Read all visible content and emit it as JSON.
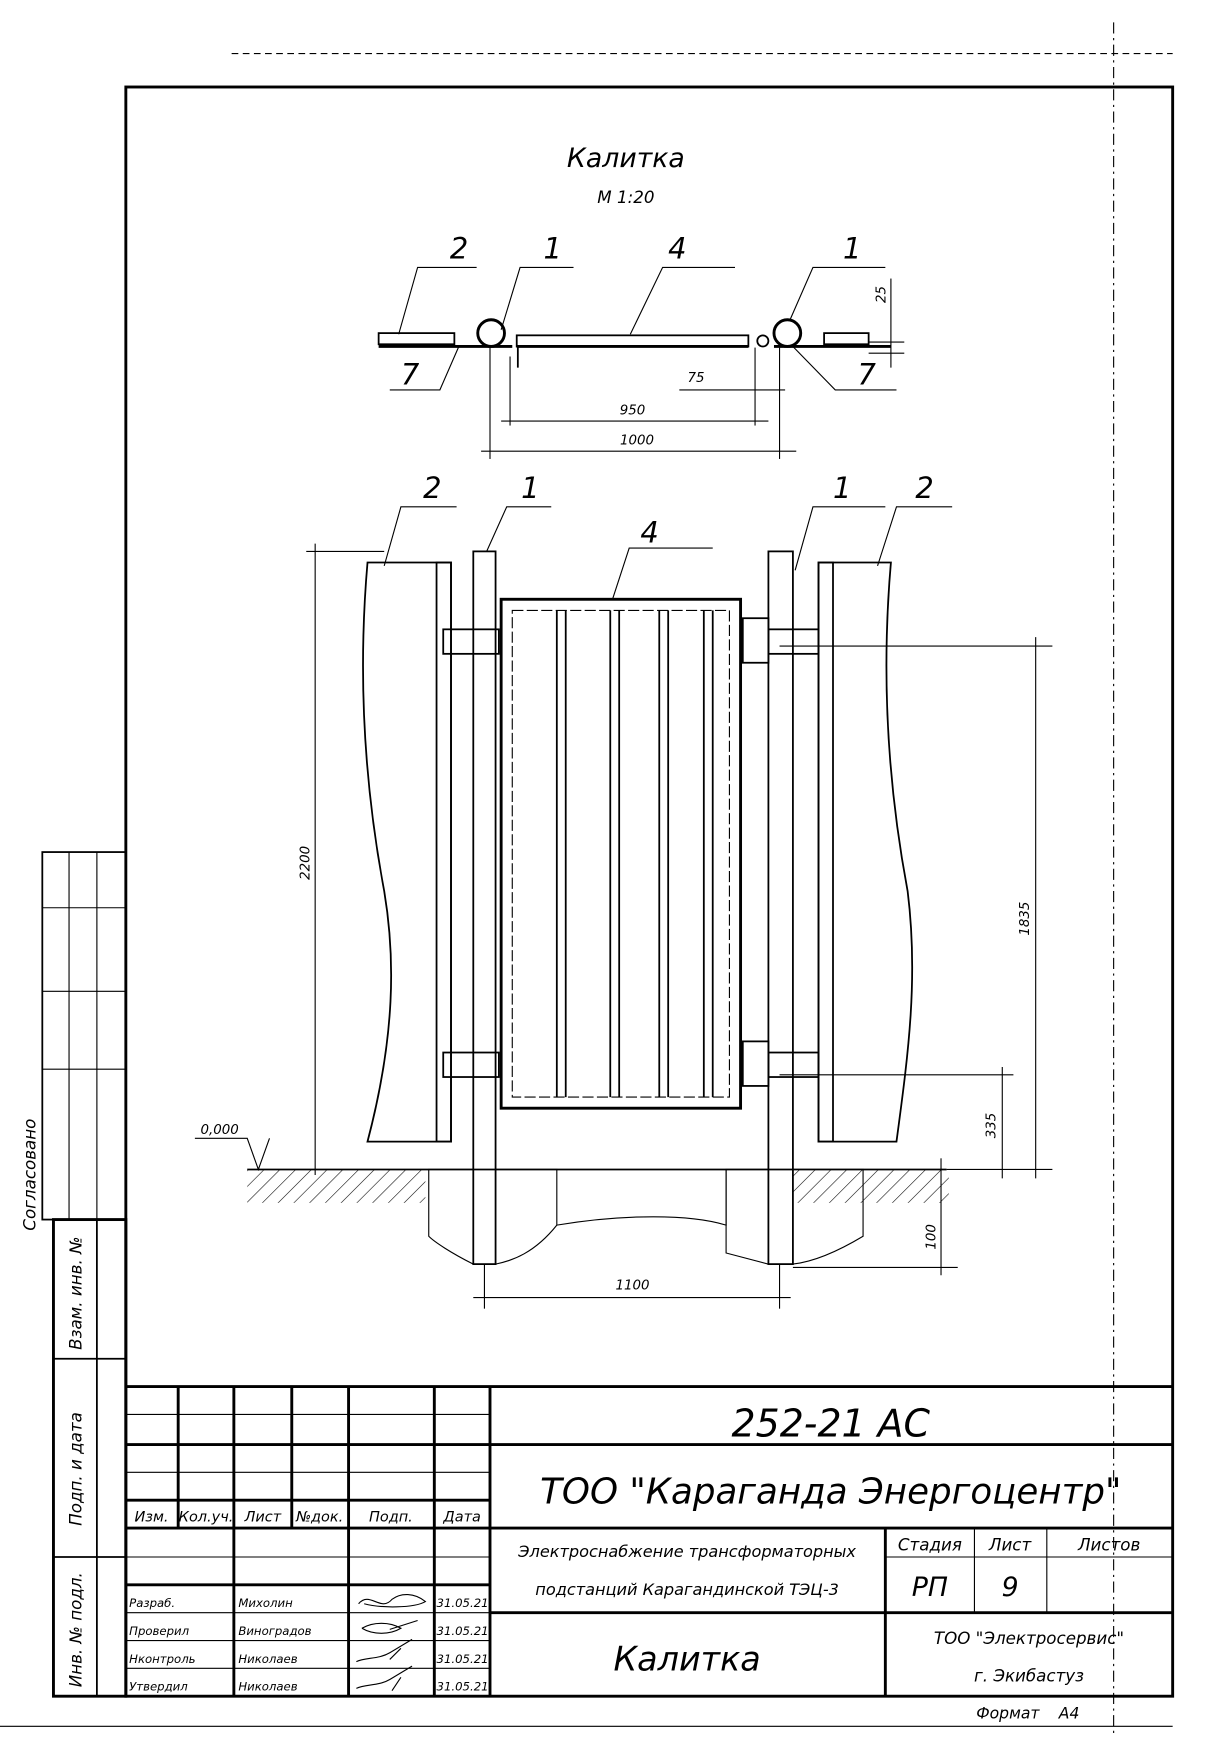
{
  "drawing": {
    "title": "Калитка",
    "scale": "М 1:20",
    "plan_callouts": [
      "2",
      "1",
      "4",
      "1",
      "7",
      "7"
    ],
    "plan_dimensions": [
      "25",
      "75",
      "950",
      "1000"
    ],
    "elevation_callouts": [
      "2",
      "1",
      "4",
      "1",
      "2"
    ],
    "elevation_dimensions": [
      "2200",
      "1835",
      "335",
      "100",
      "1100"
    ],
    "level_mark": "0,000"
  },
  "side_strip": {
    "agreed": "Согласовано",
    "replace_inv": "Взам. инв. №",
    "sign_date": "Подп. и дата",
    "inv_orig": "Инв. № подл."
  },
  "title_block": {
    "doc_code": "252-21 АС",
    "customer": "ТОО \"Караганда Энергоцентр\"",
    "project": [
      "Электроснабжение трансформаторных",
      "подстанций Карагандинской ТЭЦ-3"
    ],
    "sheet_title": "Калитка",
    "headers": [
      "Изм.",
      "Кол.уч.",
      "Лист",
      "№док.",
      "Подп.",
      "Дата"
    ],
    "stage_label": "Стадия",
    "sheet_label": "Лист",
    "sheets_label": "Листов",
    "stage": "РП",
    "sheet": "9",
    "sheets": "",
    "contractor": "ТОО \"Электросервис\"",
    "city": "г. Экибастуз",
    "format_label": "Формат",
    "format": "А4",
    "signers": [
      {
        "role": "Разраб.",
        "name": "Михолин",
        "date": "31.05.21"
      },
      {
        "role": "Проверил",
        "name": "Виноградов",
        "date": "31.05.21"
      },
      {
        "role": "Нконтроль",
        "name": "Николаев",
        "date": "31.05.21"
      },
      {
        "role": "Утвердил",
        "name": "Николаев",
        "date": "31.05.21"
      }
    ]
  }
}
